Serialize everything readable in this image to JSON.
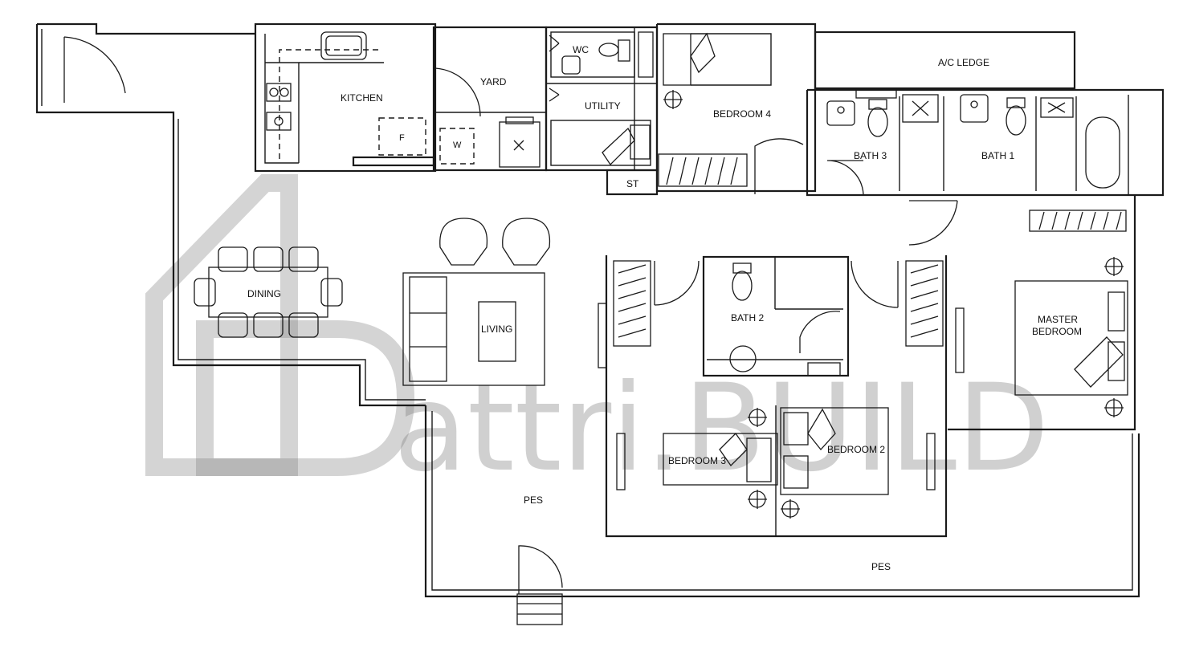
{
  "rooms": {
    "kitchen": "KITCHEN",
    "yard": "YARD",
    "wc": "WC",
    "utility": "UTILITY",
    "bedroom4": "BEDROOM 4",
    "ac_ledge": "A/C LEDGE",
    "bath3": "BATH 3",
    "bath1": "BATH 1",
    "dining": "DINING",
    "living": "LIVING",
    "bath2": "BATH 2",
    "master_line1": "MASTER",
    "master_line2": "BEDROOM",
    "bedroom3": "BEDROOM 3",
    "bedroom2": "BEDROOM 2",
    "pes_left": "PES",
    "pes_right": "PES",
    "store": "ST"
  },
  "fixtures": {
    "fridge": "F",
    "washer": "W"
  },
  "watermark": {
    "text": "attri.BUILD"
  }
}
